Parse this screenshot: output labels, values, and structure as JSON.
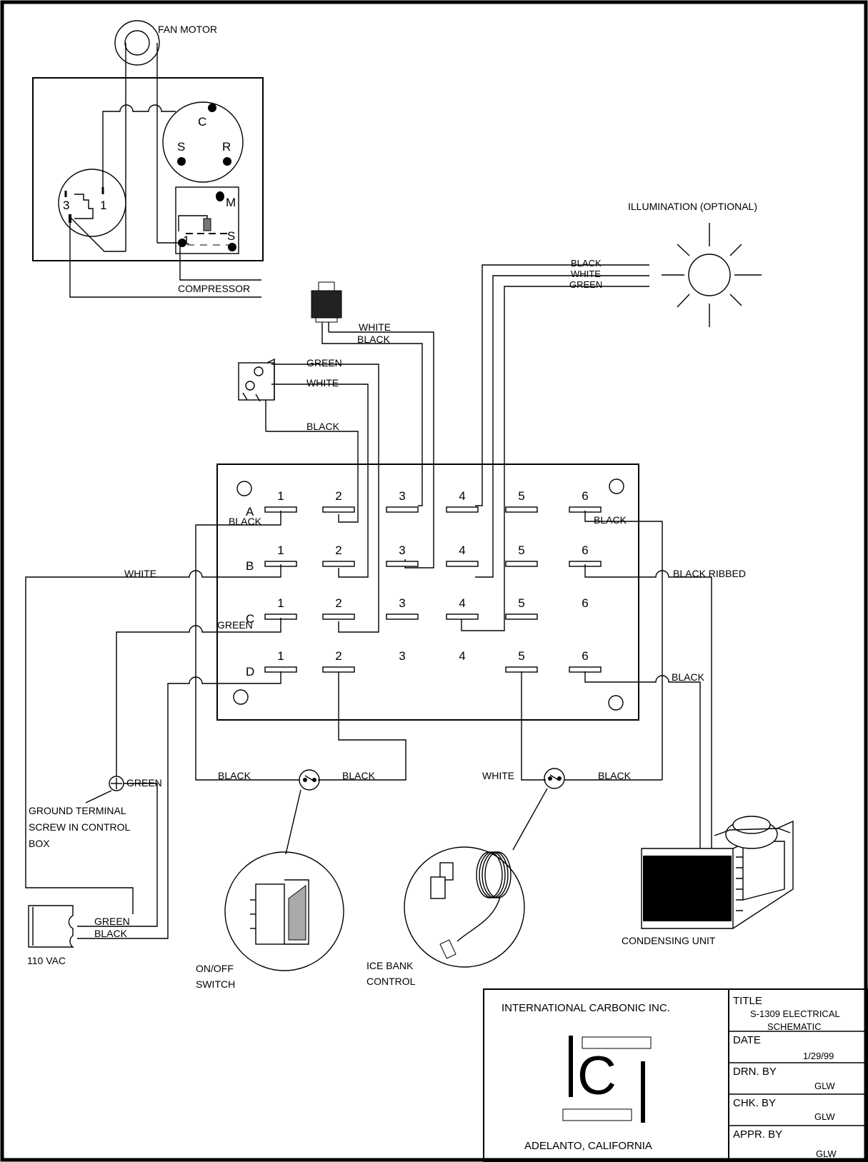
{
  "labels": {
    "fan_motor": "FAN MOTOR",
    "compressor": "COMPRESSOR",
    "illumination": "ILLUMINATION (OPTIONAL)",
    "relay_c": "C",
    "relay_s": "S",
    "relay_r": "R",
    "overload_m": "M",
    "overload_s": "S",
    "overload_1": "1",
    "cap_3": "3",
    "cap_1": "1",
    "wire_black": "BLACK",
    "wire_white": "WHITE",
    "wire_green": "GREEN",
    "black_ribbed": "BLACK RIBBED",
    "ground_terminal": [
      "GROUND TERMINAL",
      "SCREW IN CONTROL",
      "BOX"
    ],
    "vac": "110 VAC",
    "onoff_switch": [
      "ON/OFF",
      "SWITCH"
    ],
    "ice_bank": [
      "ICE BANK",
      "CONTROL"
    ],
    "condensing_unit": "CONDENSING UNIT"
  },
  "terminal_board": {
    "rows": [
      "A",
      "B",
      "C",
      "D"
    ],
    "columns": [
      "1",
      "2",
      "3",
      "4",
      "5",
      "6"
    ]
  },
  "title_block": {
    "company": "INTERNATIONAL CARBONIC INC.",
    "location": "ADELANTO, CALIFORNIA",
    "title_label": "TITLE",
    "title_value": [
      "S-1309 ELECTRICAL",
      "SCHEMATIC"
    ],
    "date_label": "DATE",
    "date_value": "1/29/99",
    "drawn_label": "DRN. BY",
    "drawn_value": "GLW",
    "checked_label": "CHK. BY",
    "checked_value": "GLW",
    "approved_label": "APPR. BY",
    "approved_value": "GLW"
  }
}
